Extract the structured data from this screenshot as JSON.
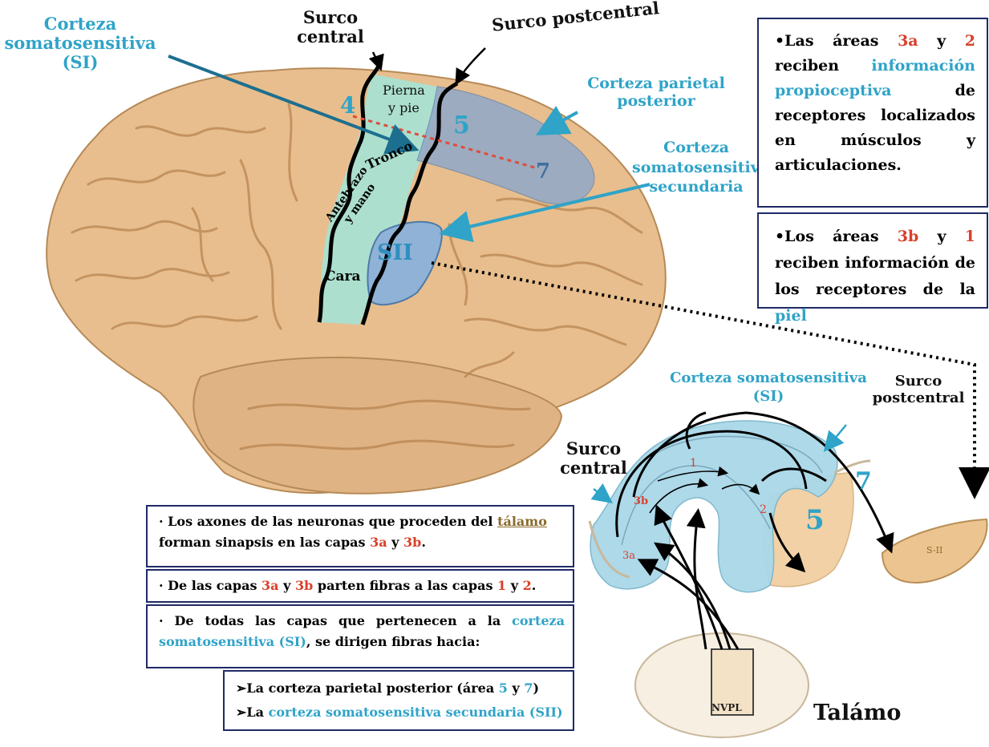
{
  "brain": {
    "si_label_line1": "Corteza",
    "si_label_line2": "somatosensitiva",
    "si_label_line3": "(SI)",
    "central_sulcus_line1": "Surco",
    "central_sulcus_line2": "central",
    "postcentral_sulcus": "Surco postcentral",
    "posterior_parietal_line1": "Corteza parietal",
    "posterior_parietal_line2": "posterior",
    "secondary_line1": "Corteza",
    "secondary_line2": "somatosensitiva",
    "secondary_line3": "secundaria",
    "area4": "4",
    "area5": "5",
    "area7": "7",
    "leg_line1": "Pierna",
    "leg_line2": "y pie",
    "trunk": "Tronco",
    "forearm_line1": "Antebrazo",
    "forearm_line2": "y mano",
    "face": "Cara",
    "sii": "SII"
  },
  "box_proprio": {
    "bullet": "•",
    "t1": "Las áreas ",
    "a1": "3a",
    "t2": " y ",
    "a2": "2",
    "t3": " reciben ",
    "hl": "información propioceptiva",
    "t4": " de receptores localizados en músculos y articulaciones."
  },
  "box_skin": {
    "bullet": "•",
    "t1": "Los áreas ",
    "a1": "3b",
    "t2": " y ",
    "a2": "1",
    "t3": " reciben información de los receptores de la ",
    "hl": "piel"
  },
  "notes": {
    "n1_a": "Los axones de las neuronas que proceden del ",
    "n1_talamo": "tálamo",
    "n1_b": " forman sinapsis en las capas ",
    "n1_3a": "3a",
    "n1_y": " y ",
    "n1_3b": "3b",
    "n1_end": ".",
    "n2_a": "De las capas ",
    "n2_3a": "3a",
    "n2_y": " y ",
    "n2_3b": "3b",
    "n2_b": " parten fibras a las capas ",
    "n2_1": "1",
    "n2_y2": " y ",
    "n2_2": "2",
    "n2_end": ".",
    "n3_a": "De todas las capas que pertenecen a la ",
    "n3_hl": "corteza somatosensitiva (SI)",
    "n3_b": ", se dirigen fibras hacia:",
    "n4_a": "La corteza parietal posterior (área ",
    "n4_5": "5",
    "n4_y": " y ",
    "n4_7": "7",
    "n4_end": ")",
    "n5_a": "La ",
    "n5_hl": "corteza somatosensitiva secundaria (SII)"
  },
  "section": {
    "si_title_line1": "Corteza somatosensitiva",
    "si_title_line2": "(SI)",
    "postcentral_line1": "Surco",
    "postcentral_line2": "postcentral",
    "central_line1": "Surco",
    "central_line2": "central",
    "layer_3a": "3a",
    "layer_3b": "3b",
    "layer_1": "1",
    "layer_2": "2",
    "area5": "5",
    "area7": "7",
    "sii_small": "S-II",
    "nvpl": "NVPL",
    "talamo": "Talámo"
  }
}
